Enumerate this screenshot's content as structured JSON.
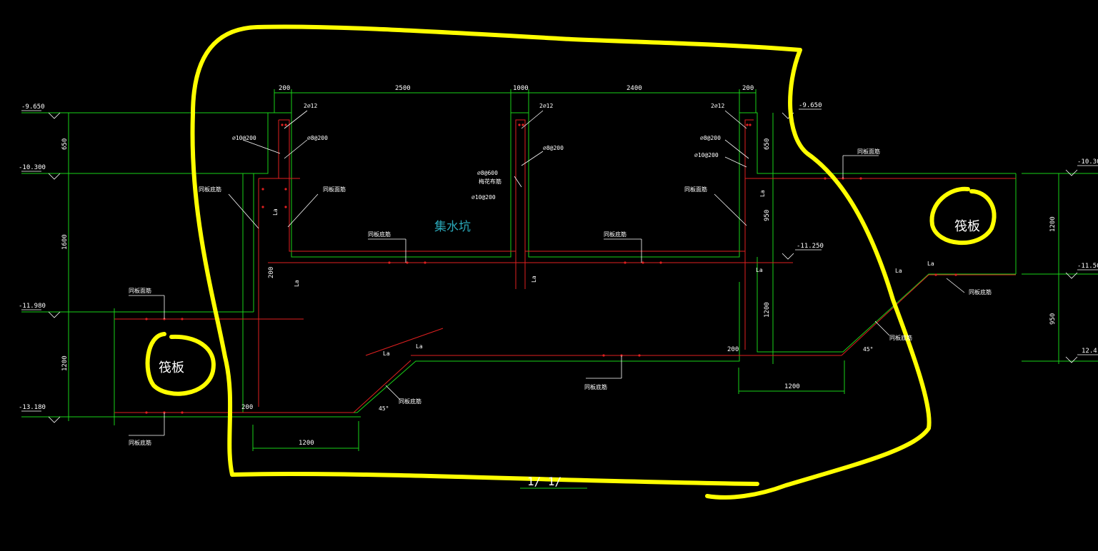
{
  "drawing": {
    "pit_label": "集水坑",
    "raft_label_left": "筏板",
    "raft_label_right": "筏板",
    "section_title": "1/  1/"
  },
  "dimensions": {
    "top": [
      "200",
      "2500",
      "1000",
      "2400",
      "200"
    ],
    "left_vertical": [
      "650",
      "1600",
      "1200"
    ],
    "right_vertical": [
      "650",
      "950",
      "1200"
    ],
    "far_right_vertical": [
      "1200",
      "950"
    ],
    "bottom_left": "1200",
    "bottom_right": "1200",
    "wall_200": [
      "200",
      "200",
      "200"
    ]
  },
  "levels": {
    "left": [
      "-9.650",
      "-10.300",
      "-11.980",
      "-13.180"
    ],
    "right": [
      "-9.650",
      "-11.250"
    ],
    "far_right": [
      "-10.30",
      "-11.50",
      "12.4"
    ]
  },
  "rebar_notes": {
    "top_left": "2⌀12",
    "top_mid": "2⌀12",
    "top_right": "2⌀12",
    "left_a": "⌀10@200",
    "left_b": "⌀8@200",
    "mid_a": "⌀8@200",
    "mid_b": "⌀8@600",
    "mid_c": "梅花布筋",
    "mid_d": "⌀10@200",
    "right_a": "⌀8@200",
    "right_b": "⌀10@200",
    "same_bottom": "同板底筋",
    "same_top": "同板面筋",
    "la": "La",
    "angle": "45°"
  }
}
